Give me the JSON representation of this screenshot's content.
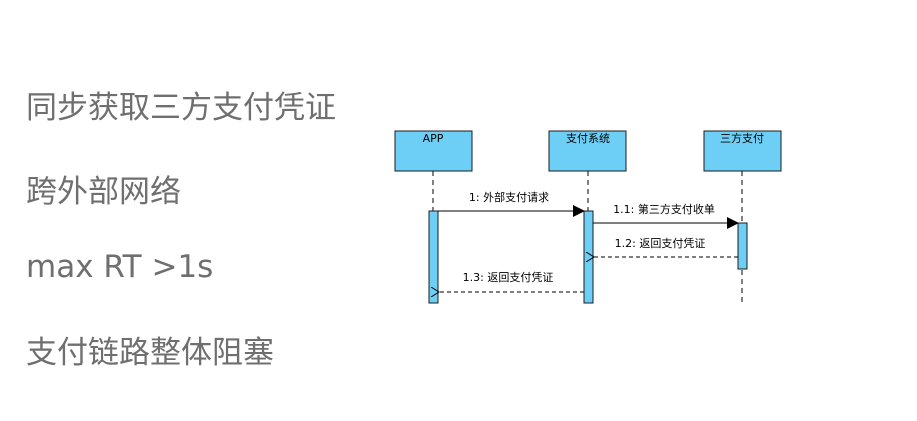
{
  "bullets": [
    "同步获取三方支付凭证",
    "跨外部网络",
    "max RT >1s",
    "支付链路整体阻塞"
  ],
  "diagram": {
    "participants": [
      "APP",
      "支付系统",
      "三方支付"
    ],
    "messages": [
      "1: 外部支付请求",
      "1.1: 第三方支付收单",
      "1.2: 返回支付凭证",
      "1.3: 返回支付凭证"
    ],
    "colors": {
      "box_fill": "#6ECFF6",
      "box_stroke": "#1B1B1B"
    }
  }
}
